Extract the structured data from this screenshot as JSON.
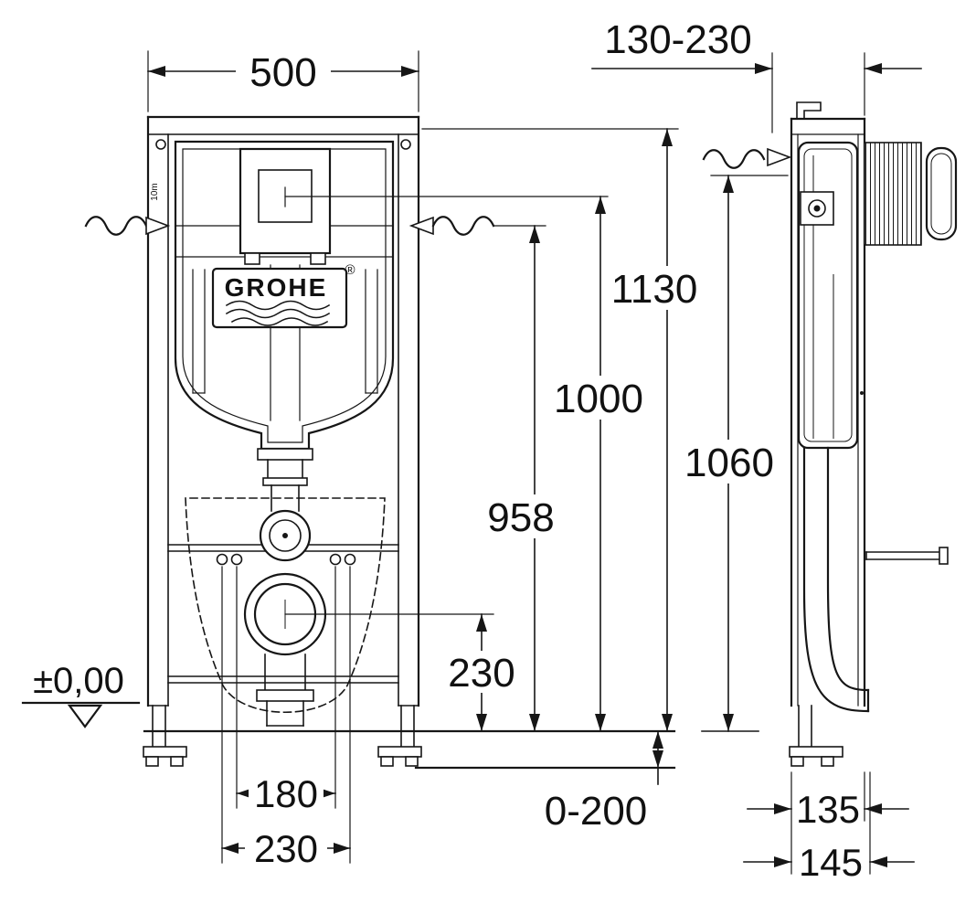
{
  "drawing": {
    "brand": {
      "name": "GROHE",
      "registered": "®"
    },
    "annotations": {
      "floor_level": "±0,00",
      "rail_note": "10m"
    },
    "front": {
      "width": "500",
      "overall_height": "1130",
      "flush_height": "1000",
      "inlet_height": "958",
      "outlet_height": "230",
      "fixing_spacing_inner": "180",
      "fixing_spacing_outer": "230",
      "floor_buildup": "0-200"
    },
    "side": {
      "wall_distance": "130-230",
      "height": "1060",
      "frame_depth": "135",
      "total_depth": "145"
    }
  }
}
